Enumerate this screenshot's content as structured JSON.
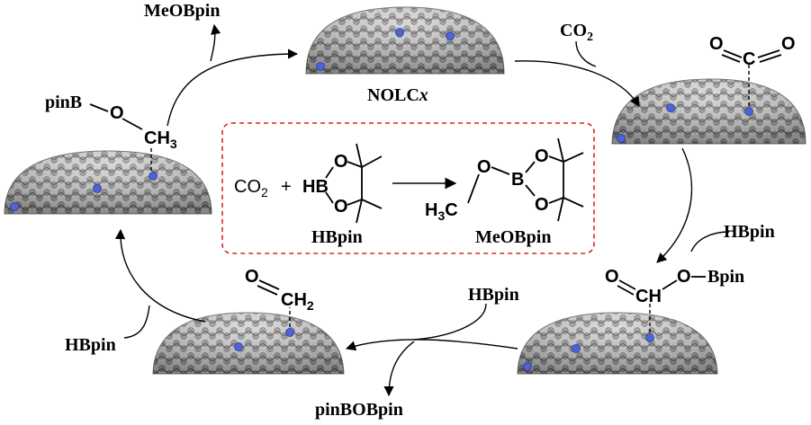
{
  "catalyst": {
    "name_prefix": "NOLC",
    "name_suffix": "x"
  },
  "labels": {
    "top_left_product": "MeOBpin",
    "top_right_reagent": "CO",
    "right_reagent": "HBpin",
    "middle_reagent": "HBpin",
    "bottom_product": "pinBOBpin",
    "left_reagent": "HBpin"
  },
  "intermediates": {
    "co2_adsorbed": {
      "o_left": "O",
      "c": "C",
      "o_right": "O"
    },
    "formate": {
      "o": "O",
      "ch": "CH",
      "o2": "O",
      "bpin": "Bpin"
    },
    "formaldehyde": {
      "o": "O",
      "c": "C",
      "h": "H",
      "h_sub": "2"
    },
    "methoxy": {
      "pinb": "pinB",
      "o": "O",
      "ch": "CH",
      "ch_sub": "3"
    }
  },
  "equation": {
    "co2": "CO",
    "co2_sub": "2",
    "plus": "+",
    "hb": "HB",
    "ring_o1": "O",
    "ring_o2": "O",
    "reagent_label": "HBpin",
    "prod_o": "O",
    "prod_b": "B",
    "prod_ring_o1": "O",
    "prod_ring_o2": "O",
    "h3c": "H",
    "h3c_sub": "3",
    "h3c_c": "C",
    "product_label": "MeOBpin"
  },
  "colors": {
    "carbon_atom": "#9a9a9a",
    "carbon_dark": "#555555",
    "nitrogen_atom": "#4f63d6",
    "dashed_box": "#e02020",
    "arrow": "#000000"
  }
}
